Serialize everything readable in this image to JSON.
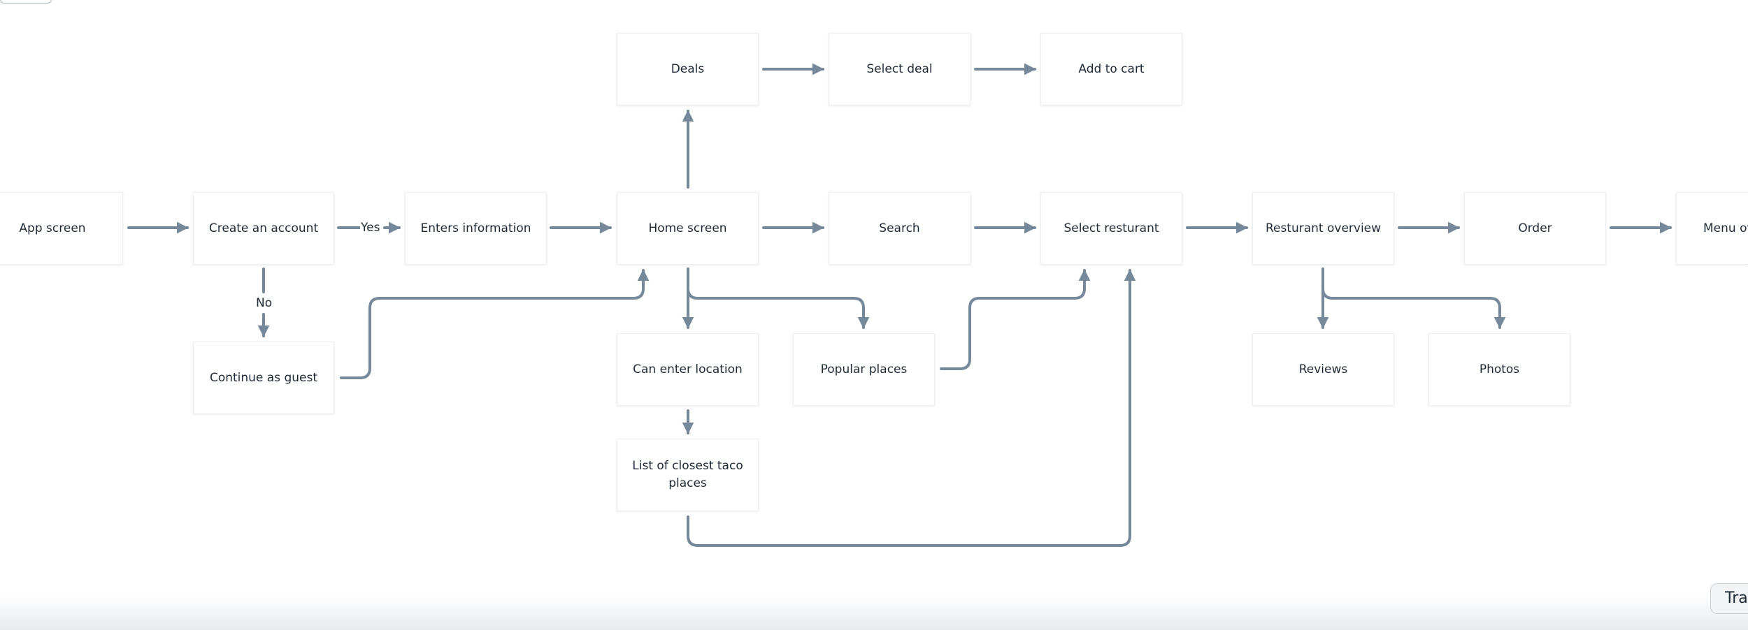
{
  "diagram": {
    "title": "",
    "nodes": {
      "app_screen": "App screen",
      "create_account": "Create an account",
      "enters_information": "Enters information",
      "home_screen": "Home screen",
      "search": "Search",
      "select_restaurant": "Select resturant",
      "restaurant_overview": "Resturant overview",
      "order": "Order",
      "menu_overview": "Menu ov",
      "deals": "Deals",
      "select_deal": "Select deal",
      "add_to_cart": "Add to cart",
      "continue_as_guest": "Continue as guest",
      "can_enter_location": "Can enter location",
      "popular_places": "Popular places",
      "list_closest": "List of closest taco places",
      "reviews": "Reviews",
      "photos": "Photos"
    },
    "edge_labels": {
      "yes": "Yes",
      "no": "No"
    },
    "edges": [
      [
        "app_screen",
        "create_account"
      ],
      [
        "create_account",
        "enters_information",
        "Yes"
      ],
      [
        "create_account",
        "continue_as_guest",
        "No"
      ],
      [
        "enters_information",
        "home_screen"
      ],
      [
        "continue_as_guest",
        "home_screen"
      ],
      [
        "home_screen",
        "deals"
      ],
      [
        "deals",
        "select_deal"
      ],
      [
        "select_deal",
        "add_to_cart"
      ],
      [
        "home_screen",
        "search"
      ],
      [
        "home_screen",
        "can_enter_location"
      ],
      [
        "home_screen",
        "popular_places"
      ],
      [
        "can_enter_location",
        "list_closest"
      ],
      [
        "list_closest",
        "select_restaurant"
      ],
      [
        "popular_places",
        "select_restaurant"
      ],
      [
        "search",
        "select_restaurant"
      ],
      [
        "select_restaurant",
        "restaurant_overview"
      ],
      [
        "restaurant_overview",
        "order"
      ],
      [
        "restaurant_overview",
        "reviews"
      ],
      [
        "restaurant_overview",
        "photos"
      ],
      [
        "order",
        "menu_overview"
      ]
    ],
    "colors": {
      "edge": "#75899a",
      "node_border": "#eceef1",
      "text": "#1e2a36"
    }
  },
  "ui": {
    "bottom_tab_label": "Tra"
  }
}
